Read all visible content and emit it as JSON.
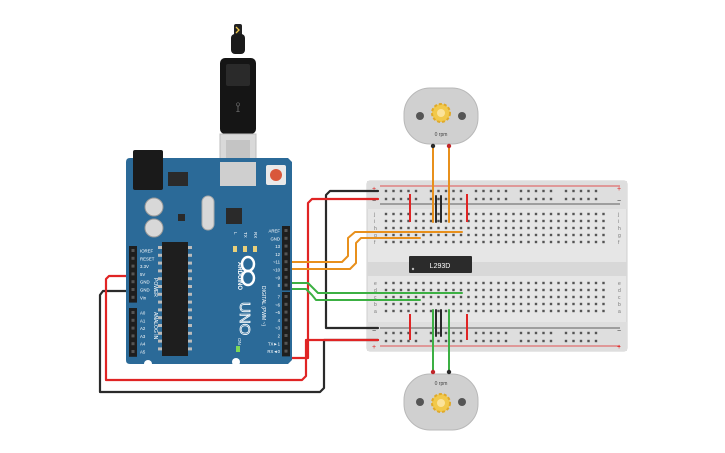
{
  "arduino": {
    "brand": "ARDUINO",
    "model": "UNO",
    "on_label": "ON",
    "power_header": "POWER",
    "analog_header": "ANALOG IN",
    "digital_header": "DIGITAL (PWM ~)",
    "led_labels": [
      "L",
      "TX",
      "RX"
    ],
    "power_pins": [
      "IOREF",
      "RESET",
      "3.3V",
      "5V",
      "GND",
      "GND",
      "Vin"
    ],
    "analog_pins": [
      "A0",
      "A1",
      "A2",
      "A3",
      "A4",
      "A5"
    ],
    "digital_pins_top": [
      "AREF",
      "GND",
      "13",
      "12",
      "~11",
      "~10",
      "~9",
      "8"
    ],
    "digital_pins_bottom": [
      "7",
      "~6",
      "~5",
      "4",
      "~3",
      "2",
      "TX►1",
      "RX◄0"
    ]
  },
  "ic": {
    "label": "L293D"
  },
  "motor_top": {
    "label": "0 rpm"
  },
  "motor_bottom": {
    "label": "0 rpm"
  },
  "breadboard": {
    "row_letters_top": [
      "j",
      "i",
      "h",
      "g",
      "f"
    ],
    "row_letters_bottom": [
      "e",
      "d",
      "c",
      "b",
      "a"
    ],
    "rail_plus": "+",
    "rail_minus": "−",
    "column_count": 30
  },
  "colors": {
    "board": "#2b6a98",
    "board_dark": "#1d4e74",
    "wire_red": "#e02424",
    "wire_black": "#2a2a2a",
    "wire_orange": "#e8901c",
    "wire_green": "#3cb043",
    "breadboard": "#e4e4e4",
    "motor_body": "#cfcfcf",
    "gear": "#f2c94c"
  }
}
